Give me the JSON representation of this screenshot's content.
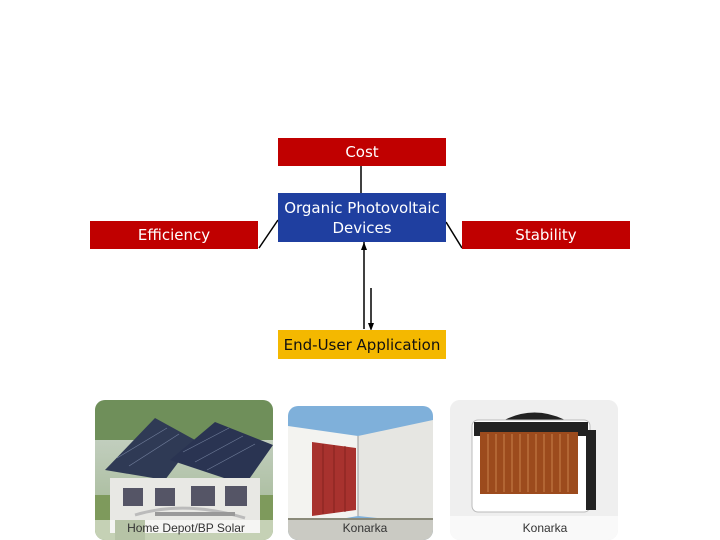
{
  "diagram": {
    "nodes": {
      "cost": "Cost",
      "efficiency": "Efficiency",
      "opv": "Organic Photovoltaic Devices",
      "stability": "Stability",
      "application": "End-User Application"
    },
    "colors": {
      "red": "#c00000",
      "blue": "#1f3fa0",
      "gold": "#f4b800"
    }
  },
  "photos": [
    {
      "caption": "Home Depot/BP Solar"
    },
    {
      "caption": "Konarka"
    },
    {
      "caption": "Konarka"
    }
  ]
}
